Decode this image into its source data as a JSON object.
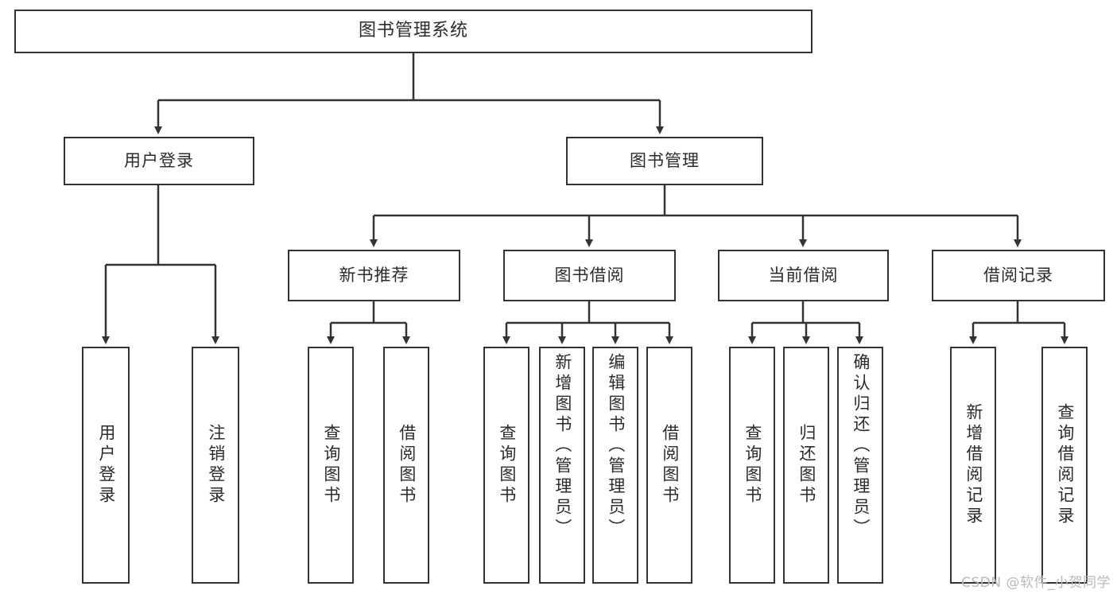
{
  "diagram": {
    "title": "图书管理系统",
    "type": "tree",
    "watermark": "CSDN @软件_小贺同学",
    "colors": {
      "box_border": "#333333",
      "box_fill": "#ffffff",
      "line": "#333333",
      "text": "#2b2b2b",
      "watermark": "#b9b9b9"
    },
    "levels": {
      "root": "图书管理系统",
      "level2": [
        "用户登录",
        "图书管理"
      ],
      "level3": [
        "新书推荐",
        "图书借阅",
        "当前借阅",
        "借阅记录"
      ]
    },
    "nodes": {
      "root": {
        "label": "图书管理系统"
      },
      "user_login": {
        "label": "用户登录"
      },
      "book_manage": {
        "label": "图书管理"
      },
      "new_book_rec": {
        "label": "新书推荐"
      },
      "book_borrow": {
        "label": "图书借阅"
      },
      "current_borrow": {
        "label": "当前借阅"
      },
      "borrow_record": {
        "label": "借阅记录"
      }
    },
    "leaves": {
      "user_login": [
        {
          "label": "用户登录"
        },
        {
          "label": "注销登录"
        }
      ],
      "new_book_rec": [
        {
          "label": "查询图书"
        },
        {
          "label": "借阅图书"
        }
      ],
      "book_borrow": [
        {
          "label": "查询图书"
        },
        {
          "label": "新增图书（管理员）"
        },
        {
          "label": "编辑图书（管理员）"
        },
        {
          "label": "借阅图书"
        }
      ],
      "current_borrow": [
        {
          "label": "查询图书"
        },
        {
          "label": "归还图书"
        },
        {
          "label": "确认归还（管理员）"
        }
      ],
      "borrow_record": [
        {
          "label": "新增借阅记录"
        },
        {
          "label": "查询借阅记录"
        }
      ]
    }
  }
}
